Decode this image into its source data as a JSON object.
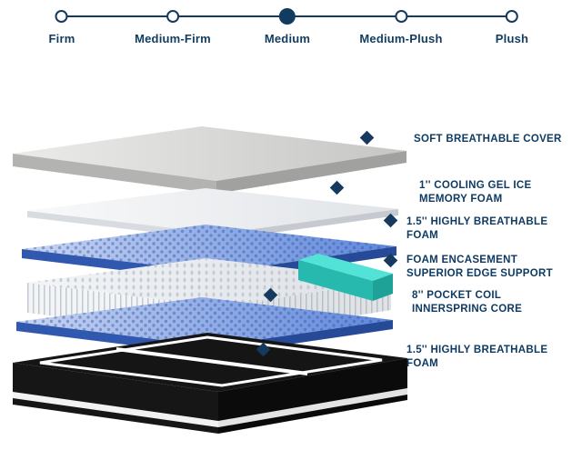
{
  "selector": {
    "options": [
      {
        "label": "Firm",
        "active": false
      },
      {
        "label": "Medium-Firm",
        "active": false
      },
      {
        "label": "Medium",
        "active": true
      },
      {
        "label": "Medium-Plush",
        "active": false
      },
      {
        "label": "Plush",
        "active": false
      }
    ],
    "accent_color": "#123c5f"
  },
  "diagram": {
    "annotations": [
      {
        "text": "SOFT BREATHABLE COVER"
      },
      {
        "text": "1'' COOLING GEL ICE\nMEMORY FOAM"
      },
      {
        "text": "1.5'' HIGHLY BREATHABLE\nFOAM"
      },
      {
        "text": "FOAM ENCASEMENT\nSUPERIOR EDGE SUPPORT"
      },
      {
        "text": "8'' POCKET COIL\nINNERSPRING CORE"
      },
      {
        "text": "1.5'' HIGHLY BREATHABLE\nFOAM"
      }
    ],
    "marker_icon": "diamond-icon",
    "colors": {
      "label_text": "#0f3a62",
      "marker": "#16395e",
      "cover_gray": "#d6d6d4",
      "foam_blue": "#5e86da",
      "encasement_teal": "#3fd9cc",
      "base_black": "#121212"
    }
  }
}
